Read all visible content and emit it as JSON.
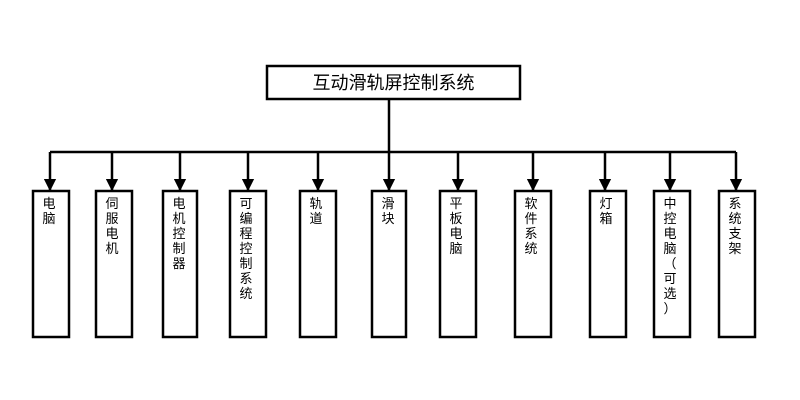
{
  "diagram": {
    "type": "tree",
    "root": {
      "label": "互动滑轨屏控制系统"
    },
    "children": [
      {
        "label": "电脑"
      },
      {
        "label": "伺服电机"
      },
      {
        "label": "电机控制器"
      },
      {
        "label": "可编程控制系统"
      },
      {
        "label": "轨道"
      },
      {
        "label": "滑块"
      },
      {
        "label": "平板电脑"
      },
      {
        "label": "软件系统"
      },
      {
        "label": "灯箱"
      },
      {
        "label": "中控电脑（可选）"
      },
      {
        "label": "系统支架"
      }
    ],
    "colors": {
      "line": "#000000",
      "box_fill": "#ffffff",
      "text": "#000000"
    }
  }
}
